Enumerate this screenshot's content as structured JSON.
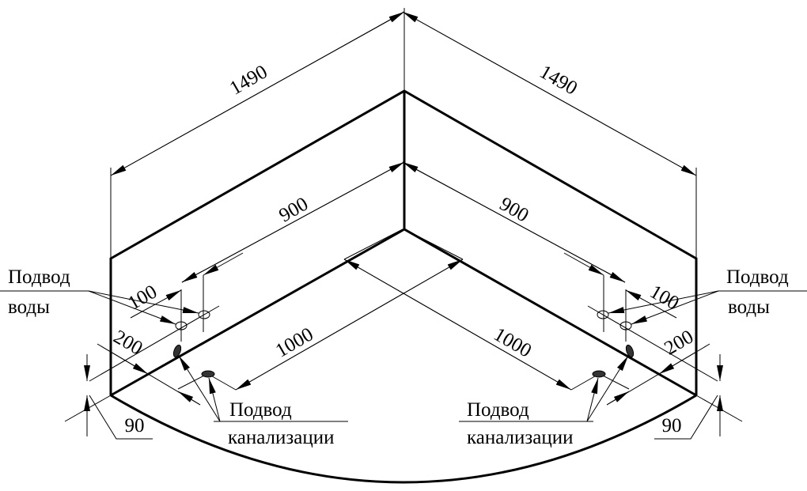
{
  "dimensions": {
    "width_left": "1490",
    "width_right": "1490",
    "side_left": "900",
    "side_right": "900",
    "depth_left": "1000",
    "depth_right": "1000",
    "water_offset_left": "100",
    "water_offset_right": "100",
    "water_height_left": "200",
    "water_height_right": "200",
    "drain_height_left": "90",
    "drain_height_right": "90"
  },
  "labels": {
    "water_left": {
      "line1": "Подвод",
      "line2": "воды"
    },
    "water_right": {
      "line1": "Подвод",
      "line2": "воды"
    },
    "drain_left": {
      "line1": "Подвод",
      "line2": "канализации"
    },
    "drain_right": {
      "line1": "Подвод",
      "line2": "канализации"
    }
  }
}
